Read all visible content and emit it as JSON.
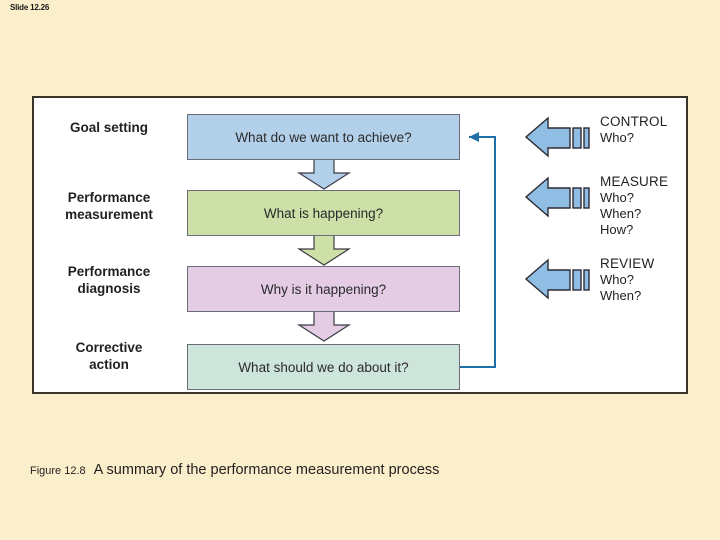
{
  "slide": {
    "number_label": "Slide 12.26"
  },
  "figure": {
    "caption_figure": "Figure 12.8",
    "caption_text": "A summary of the performance measurement process"
  },
  "colors": {
    "background": "#faeecb",
    "panel": "#ffffff",
    "panel_border": "#3a332a",
    "box_blue": "#b3d0ea",
    "box_green": "#cde0a8",
    "box_pink": "#e3cce4",
    "box_teal": "#cee5dc",
    "box_border": "#6b6b7a",
    "arrow_outline": "#3b3b44",
    "loop_line": "#1f6fa8",
    "side_arrow_fill": "#8fbde4",
    "side_arrow_border": "#2b2b33",
    "text": "#231f20"
  },
  "left_labels": [
    {
      "label": "Goal setting"
    },
    {
      "label": "Performance\nmeasurement"
    },
    {
      "label": "Performance\ndiagnosis"
    },
    {
      "label": "Corrective\naction"
    }
  ],
  "flow_boxes": [
    {
      "label": "What do we want to achieve?",
      "color": "#b3d0ea"
    },
    {
      "label": "What is happening?",
      "color": "#cde0a8"
    },
    {
      "label": "Why is it happening?",
      "color": "#e3cce4"
    },
    {
      "label": "What should we do about it?",
      "color": "#cee5dc"
    }
  ],
  "down_arrows": [
    {
      "color": "#b3d0ea"
    },
    {
      "color": "#cde0a8"
    },
    {
      "color": "#e3cce4"
    }
  ],
  "feedback_loop": {
    "description": "feedback from corrective action back to goal setting",
    "direction": "bottom-right-up-left-into-top-box"
  },
  "right_groups": [
    {
      "title": "CONTROL",
      "questions": [
        "Who?"
      ]
    },
    {
      "title": "MEASURE",
      "questions": [
        "Who?",
        "When?",
        "How?"
      ]
    },
    {
      "title": "REVIEW",
      "questions": [
        "Who?",
        "When?"
      ]
    }
  ]
}
